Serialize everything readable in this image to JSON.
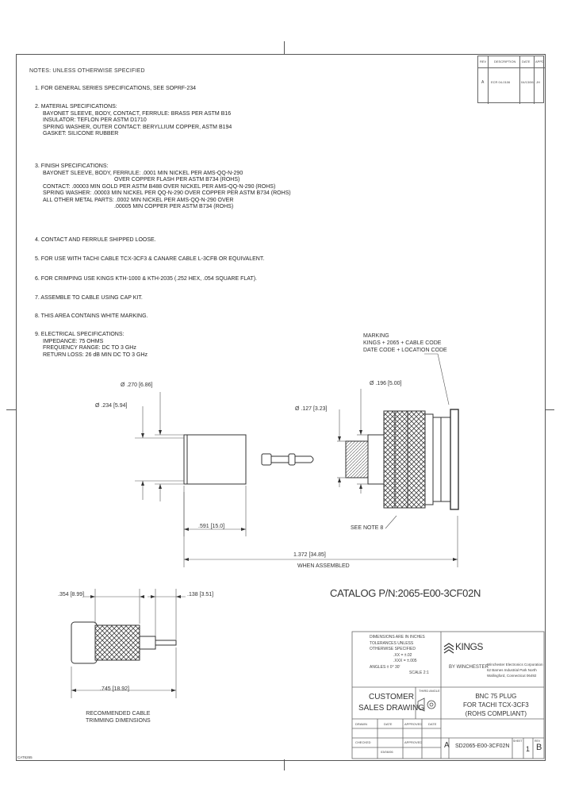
{
  "notes": {
    "heading": "NOTES: UNLESS OTHERWISE SPECIFIED",
    "items": [
      {
        "num": "1.",
        "lines": [
          "FOR GENERAL SERIES SPECIFICATIONS, SEE SOPRF-234"
        ]
      },
      {
        "num": "2.",
        "lines": [
          "MATERIAL SPECIFICATIONS:",
          "BAYONET SLEEVE, BODY, CONTACT, FERRULE: BRASS PER ASTM B16",
          "INSULATOR: TEFLON PER ASTM D1710",
          "SPRING WASHER, OUTER CONTACT: BERYLLIUM COPPER, ASTM B194",
          "GASKET: SILICONE RUBBER"
        ]
      },
      {
        "num": "3.",
        "lines": [
          "FINISH SPECIFICATIONS:",
          "BAYONET SLEEVE, BODY, FERRULE: .0001 MIN NICKEL PER AMS-QQ-N-290",
          "OVER COPPER FLASH PER ASTM B734 (ROHS)",
          "CONTACT: .00003 MIN GOLD PER ASTM B488 OVER NICKEL PER AMS-QQ-N-290 (ROHS)",
          "SPRING WASHER: .00003 MIN NICKEL PER QQ-N-290 OVER COPPER PER ASTM B734 (ROHS)",
          "ALL OTHER METAL PARTS: .0002 MIN NICKEL PER AMS-QQ-N-290 OVER",
          ".00005 MIN COPPER PER ASTM B734 (ROHS)"
        ]
      },
      {
        "num": "4.",
        "lines": [
          "CONTACT AND FERRULE SHIPPED LOOSE."
        ]
      },
      {
        "num": "5.",
        "lines": [
          "FOR USE WITH TACHI CABLE TCX-3CF3 & CANARE CABLE L-3CFB OR EQUIVALENT."
        ]
      },
      {
        "num": "6.",
        "lines": [
          "FOR CRIMPING USE KINGS KTH-1000 & KTH-2035 (.252 HEX, .054 SQUARE FLAT)."
        ]
      },
      {
        "num": "7.",
        "lines": [
          "ASSEMBLE TO CABLE USING CAP KIT."
        ]
      },
      {
        "num": "8.",
        "lines": [
          "THIS AREA CONTAINS WHITE MARKING."
        ]
      },
      {
        "num": "9.",
        "lines": [
          "ELECTRICAL SPECIFICATIONS:",
          "IMPEDANCE: 75 OHMS",
          "FREQUENCY RANGE: DC TO 3 GHz",
          "RETURN LOSS: 26 dB MIN DC TO 3 GHz"
        ]
      }
    ]
  },
  "dimensions": {
    "d_ferrule_outer": "Ø .270 [6.86]",
    "d_ferrule_inner": "Ø .234 [5.94]",
    "d_body_outer": "Ø .196 [5.00]",
    "d_body_inner": "Ø .127 [3.23]",
    "ferrule_length": ".591 [15.0]",
    "assembled_length": "1.372 [34.85]",
    "assembled_note": "WHEN ASSEMBLED",
    "see_note": "SEE NOTE 8",
    "marking": [
      "MARKING",
      "KINGS + 2065 + CABLE CODE",
      "DATE CODE + LOCATION CODE"
    ],
    "strip_1": ".354 [8.99]",
    "strip_2": ".138 [3.51]",
    "strip_3": ".745 [18.92]",
    "strip_caption": [
      "RECOMMENDED CABLE",
      "TRIMMING DIMENSIONS"
    ]
  },
  "catalog": "CATALOG P/N:2065-E00-3CF02N",
  "revision_table": {
    "headers": [
      "REV",
      "DESCRIPTION",
      "DATE",
      "APPD"
    ],
    "rows": [
      [
        "A",
        "ECR 04-0106",
        "04/13/06",
        "JH"
      ]
    ]
  },
  "title_block": {
    "tolerances": [
      "DIMENSIONS ARE IN INCHES",
      "TOLERANCES UNLESS",
      "OTHERWISE SPECIFIED",
      ".XX = ±.02",
      ".XXX = ±.005",
      "ANGLES ± 0° 30'",
      "SCALE 2:1"
    ],
    "brand": "KINGS",
    "company_line": "BY WINCHESTER",
    "company_address": [
      "Winchester Electronics Corporation",
      "62 Barnes Industrial Park North",
      "Wallingford, Connecticut 06492"
    ],
    "drawing_type": [
      "CUSTOMER",
      "SALES DRAWING"
    ],
    "third_angle": "THIRD ANGLE",
    "description": [
      "BNC 75 PLUG",
      "FOR TACHI TCX-3CF3",
      "(ROHS COMPLIANT)"
    ],
    "sign_headers": [
      "DRAWN",
      "DATE",
      "APPROVED",
      "DATE"
    ],
    "sign_values": [
      "CHECKED",
      "APPROVED",
      "03/06/06"
    ],
    "size": "A",
    "dwg_no": "SD2065-E00-3CF02N",
    "sheet_labels": [
      "SHEET",
      "REV"
    ],
    "sheet": "1",
    "rev": "B"
  },
  "corner_code": "CAT6265"
}
